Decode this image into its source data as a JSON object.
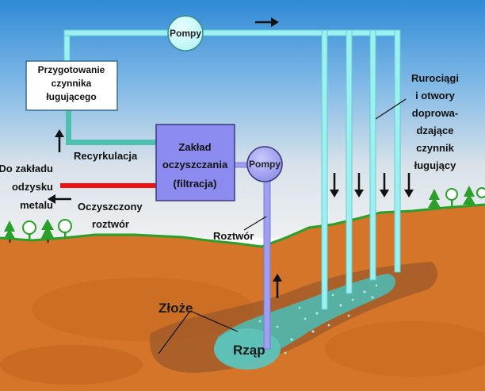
{
  "labels": {
    "prep_line1": "Przygotowanie",
    "prep_line2": "czynnika",
    "prep_line3": "ługującego",
    "plant_line1": "Zakład",
    "plant_line2": "oczyszczania",
    "plant_line3": "(filtracja)",
    "pump_top": "Pompy",
    "pump_right": "Pompy",
    "recirculation": "Recyrkulacja",
    "to_plant_line1": "Do zakładu",
    "to_plant_line2": "odzysku",
    "to_plant_line3": "metalu",
    "clean_line1": "Oczyszczony",
    "clean_line2": "roztwór",
    "solution": "Roztwór",
    "pipes_line1": "Rurociągi",
    "pipes_line2": "i otwory",
    "pipes_line3": "doprowa-",
    "pipes_line4": "dzające",
    "pipes_line5": "czynnik",
    "pipes_line6": "ługujący",
    "deposit": "Złoże",
    "brine": "Rząp"
  },
  "colors": {
    "sky_top": "#2f8ad6",
    "sky_bottom": "#e6e9ec",
    "ground": "#d4752a",
    "ground_dark": "#b85a1c",
    "injection_pipe": "#9ef0f0",
    "recirc_pipe": "#4fc0b0",
    "solution_pipe": "#9f9ff0",
    "plant_box": "#8c8cf0",
    "recovery_pipe": "#ee1111",
    "deposit_zone": "#4fb9b0",
    "trees": "#2aa02a"
  }
}
